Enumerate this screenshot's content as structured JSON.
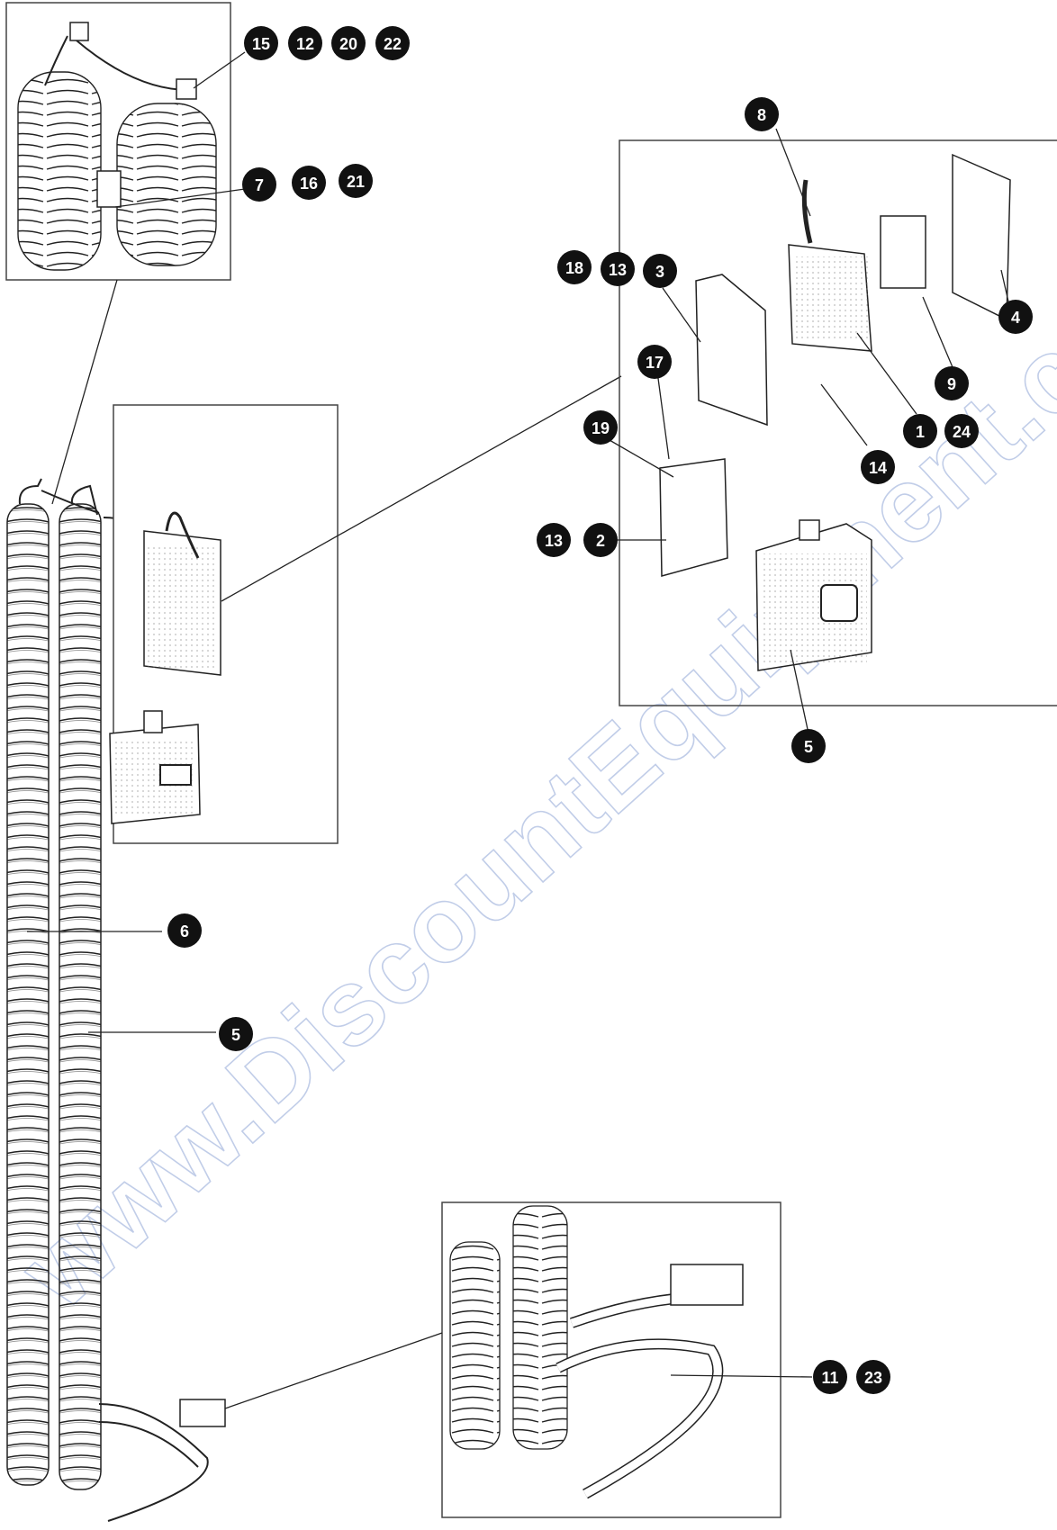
{
  "diagram": {
    "watermark": "www.DiscountEquipment.com",
    "colors": {
      "line": "#222222",
      "callout_fill": "#111111",
      "callout_text": "#ffffff",
      "watermark": "#8fa6d6",
      "frame": "#444444"
    },
    "callouts": [
      {
        "id": "c15",
        "label": "15"
      },
      {
        "id": "c12",
        "label": "12"
      },
      {
        "id": "c20",
        "label": "20"
      },
      {
        "id": "c22",
        "label": "22"
      },
      {
        "id": "c7",
        "label": "7"
      },
      {
        "id": "c16",
        "label": "16"
      },
      {
        "id": "c21",
        "label": "21"
      },
      {
        "id": "c8",
        "label": "8"
      },
      {
        "id": "c18",
        "label": "18"
      },
      {
        "id": "c13a",
        "label": "13"
      },
      {
        "id": "c3",
        "label": "3"
      },
      {
        "id": "c4",
        "label": "4"
      },
      {
        "id": "c17",
        "label": "17"
      },
      {
        "id": "c9",
        "label": "9"
      },
      {
        "id": "c19",
        "label": "19"
      },
      {
        "id": "c1",
        "label": "1"
      },
      {
        "id": "c24",
        "label": "24"
      },
      {
        "id": "c14",
        "label": "14"
      },
      {
        "id": "c13b",
        "label": "13"
      },
      {
        "id": "c2",
        "label": "2"
      },
      {
        "id": "c5a",
        "label": "5"
      },
      {
        "id": "c6",
        "label": "6"
      },
      {
        "id": "c5b",
        "label": "5"
      },
      {
        "id": "c11",
        "label": "11"
      },
      {
        "id": "c23",
        "label": "23"
      }
    ]
  }
}
